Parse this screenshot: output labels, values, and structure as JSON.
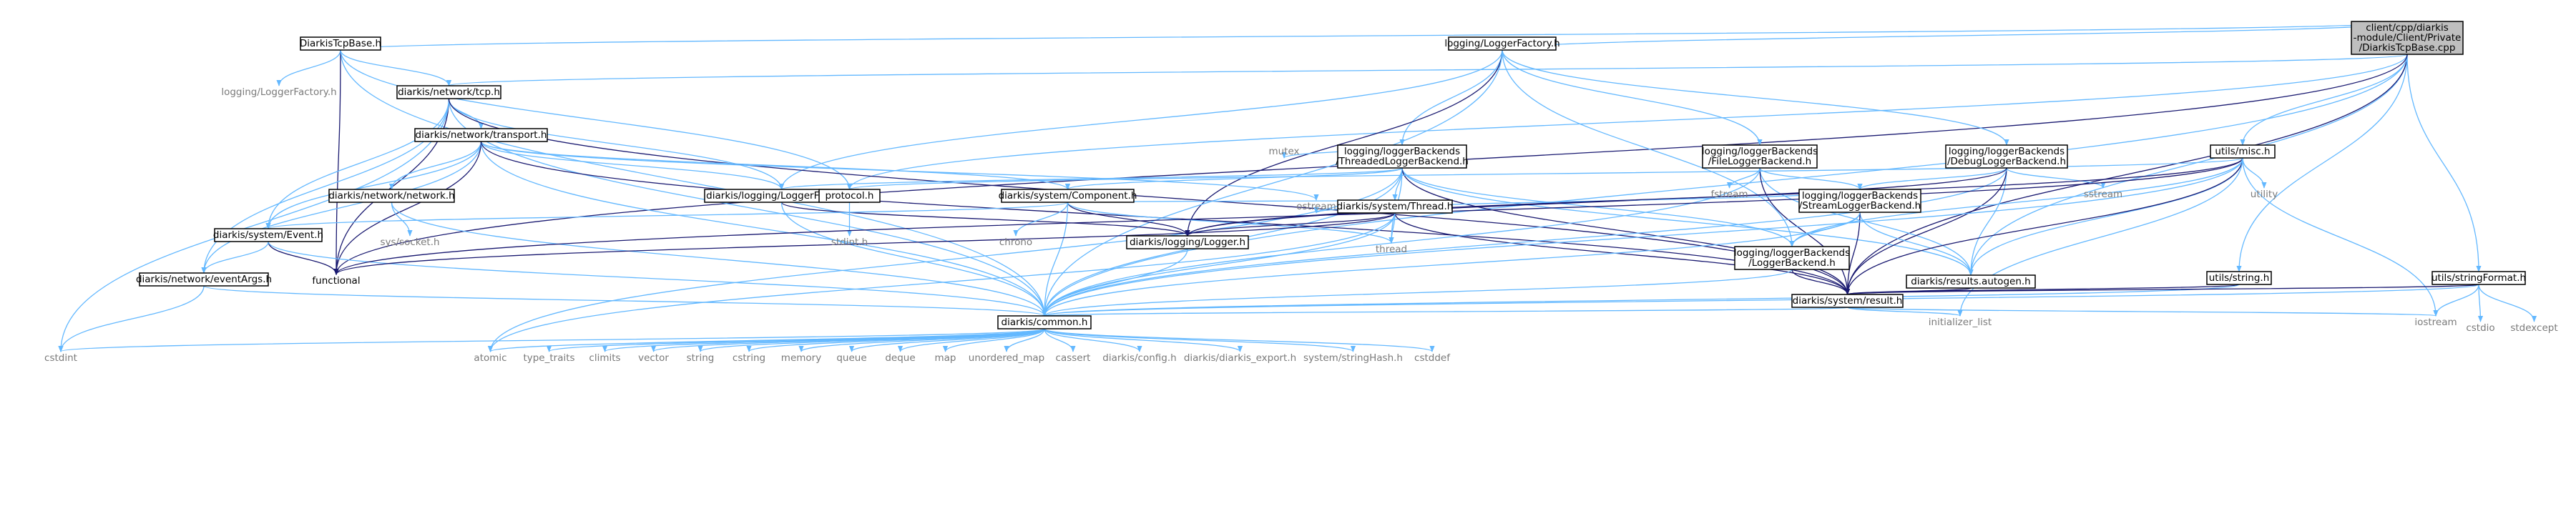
{
  "colors": {
    "edge": "#63b8ff",
    "edge_blue": "#191970",
    "node_border": "#000000",
    "node_fill": "#ffffff",
    "root_fill": "#bfbfbf",
    "text_dark": "#000000",
    "text_grey": "#7a7a7a"
  },
  "nodes": [
    {
      "id": "root",
      "lines": [
        "client/cpp/diarkis",
        "-module/Client/Private",
        "/DiarkisTcpBase.cpp"
      ],
      "style": "root"
    },
    {
      "id": "tcpbase",
      "lines": [
        "DiarkisTcpBase.h"
      ],
      "style": "box"
    },
    {
      "id": "loggerfactory",
      "lines": [
        "logging/LoggerFactory.h"
      ],
      "style": "box"
    },
    {
      "id": "threaded",
      "lines": [
        "logging/loggerBackends",
        "/ThreadedLoggerBackend.h"
      ],
      "style": "box"
    },
    {
      "id": "filelogger",
      "lines": [
        "logging/loggerBackends",
        "/FileLoggerBackend.h"
      ],
      "style": "box"
    },
    {
      "id": "debuglogger",
      "lines": [
        "logging/loggerBackends",
        "/DebugLoggerBackend.h"
      ],
      "style": "box"
    },
    {
      "id": "loggerfactory_grey",
      "lines": [
        "logging/LoggerFactory.h"
      ],
      "style": "grey"
    },
    {
      "id": "tcp",
      "lines": [
        "diarkis/network/tcp.h"
      ],
      "style": "box"
    },
    {
      "id": "transport",
      "lines": [
        "diarkis/network/transport.h"
      ],
      "style": "box"
    },
    {
      "id": "network",
      "lines": [
        "diarkis/network/network.h"
      ],
      "style": "box"
    },
    {
      "id": "sys_socket",
      "lines": [
        "sys/socket.h"
      ],
      "style": "grey"
    },
    {
      "id": "event",
      "lines": [
        "diarkis/system/Event.h"
      ],
      "style": "box"
    },
    {
      "id": "eventargs",
      "lines": [
        "diarkis/network/eventArgs.h"
      ],
      "style": "box"
    },
    {
      "id": "functional",
      "lines": [
        "functional"
      ],
      "style": "plain"
    },
    {
      "id": "logging_factory",
      "lines": [
        "diarkis/logging/LoggerFactory.h"
      ],
      "style": "box"
    },
    {
      "id": "protocol",
      "lines": [
        "protocol.h"
      ],
      "style": "box"
    },
    {
      "id": "stdint",
      "lines": [
        "stdint.h"
      ],
      "style": "grey"
    },
    {
      "id": "component",
      "lines": [
        "diarkis/system/Component.h"
      ],
      "style": "box"
    },
    {
      "id": "chrono",
      "lines": [
        "chrono"
      ],
      "style": "grey"
    },
    {
      "id": "logger",
      "lines": [
        "diarkis/logging/Logger.h"
      ],
      "style": "box"
    },
    {
      "id": "thread_h",
      "lines": [
        "diarkis/system/Thread.h"
      ],
      "style": "box"
    },
    {
      "id": "mutex",
      "lines": [
        "mutex"
      ],
      "style": "grey"
    },
    {
      "id": "ostream",
      "lines": [
        "ostream"
      ],
      "style": "grey"
    },
    {
      "id": "thread",
      "lines": [
        "thread"
      ],
      "style": "grey"
    },
    {
      "id": "fstream",
      "lines": [
        "fstream"
      ],
      "style": "grey"
    },
    {
      "id": "streamlogger",
      "lines": [
        "logging/loggerBackends",
        "/StreamLoggerBackend.h"
      ],
      "style": "box"
    },
    {
      "id": "sstream",
      "lines": [
        "sstream"
      ],
      "style": "grey"
    },
    {
      "id": "loggerbackend",
      "lines": [
        "logging/loggerBackends",
        "/LoggerBackend.h"
      ],
      "style": "box"
    },
    {
      "id": "results_autogen",
      "lines": [
        "diarkis/results.autogen.h"
      ],
      "style": "box"
    },
    {
      "id": "result",
      "lines": [
        "diarkis/system/result.h"
      ],
      "style": "box"
    },
    {
      "id": "misc",
      "lines": [
        "utils/misc.h"
      ],
      "style": "box"
    },
    {
      "id": "utility",
      "lines": [
        "utility"
      ],
      "style": "grey"
    },
    {
      "id": "string_h",
      "lines": [
        "utils/string.h"
      ],
      "style": "box"
    },
    {
      "id": "stringformat",
      "lines": [
        "utils/stringFormat.h"
      ],
      "style": "box"
    },
    {
      "id": "cstdio",
      "lines": [
        "cstdio"
      ],
      "style": "grey"
    },
    {
      "id": "stdexcept",
      "lines": [
        "stdexcept"
      ],
      "style": "grey"
    },
    {
      "id": "iostream",
      "lines": [
        "iostream"
      ],
      "style": "grey"
    },
    {
      "id": "initializer_list",
      "lines": [
        "initializer_list"
      ],
      "style": "grey"
    },
    {
      "id": "common",
      "lines": [
        "diarkis/common.h"
      ],
      "style": "box"
    },
    {
      "id": "cstdint",
      "lines": [
        "cstdint"
      ],
      "style": "grey"
    },
    {
      "id": "atomic",
      "lines": [
        "atomic"
      ],
      "style": "grey"
    },
    {
      "id": "type_traits",
      "lines": [
        "type_traits"
      ],
      "style": "grey"
    },
    {
      "id": "climits",
      "lines": [
        "climits"
      ],
      "style": "grey"
    },
    {
      "id": "vector",
      "lines": [
        "vector"
      ],
      "style": "grey"
    },
    {
      "id": "string",
      "lines": [
        "string"
      ],
      "style": "grey"
    },
    {
      "id": "cstring",
      "lines": [
        "cstring"
      ],
      "style": "grey"
    },
    {
      "id": "memory",
      "lines": [
        "memory"
      ],
      "style": "grey"
    },
    {
      "id": "queue",
      "lines": [
        "queue"
      ],
      "style": "grey"
    },
    {
      "id": "deque",
      "lines": [
        "deque"
      ],
      "style": "grey"
    },
    {
      "id": "map",
      "lines": [
        "map"
      ],
      "style": "grey"
    },
    {
      "id": "unordered_map",
      "lines": [
        "unordered_map"
      ],
      "style": "grey"
    },
    {
      "id": "cassert",
      "lines": [
        "cassert"
      ],
      "style": "grey"
    },
    {
      "id": "config",
      "lines": [
        "diarkis/config.h"
      ],
      "style": "grey"
    },
    {
      "id": "export",
      "lines": [
        "diarkis/diarkis_export.h"
      ],
      "style": "grey"
    },
    {
      "id": "stringhash",
      "lines": [
        "system/stringHash.h"
      ],
      "style": "grey"
    },
    {
      "id": "cstddef",
      "lines": [
        "cstddef"
      ],
      "style": "grey"
    }
  ],
  "edges": [
    [
      "root",
      "tcpbase"
    ],
    [
      "root",
      "loggerfactory"
    ],
    [
      "root",
      "tcp"
    ],
    [
      "root",
      "protocol"
    ],
    [
      "root",
      "misc"
    ],
    [
      "root",
      "results_autogen"
    ],
    [
      "root",
      "result"
    ],
    [
      "root",
      "string_h"
    ],
    [
      "root",
      "stringformat"
    ],
    [
      "root",
      "common"
    ],
    [
      "root",
      "functional"
    ],
    [
      "tcpbase",
      "loggerfactory_grey"
    ],
    [
      "tcpbase",
      "tcp"
    ],
    [
      "tcpbase",
      "common"
    ],
    [
      "tcpbase",
      "functional"
    ],
    [
      "tcpbase",
      "protocol"
    ],
    [
      "loggerfactory",
      "threaded"
    ],
    [
      "loggerfactory",
      "filelogger"
    ],
    [
      "loggerfactory",
      "debuglogger"
    ],
    [
      "loggerfactory",
      "logging_factory"
    ],
    [
      "loggerfactory",
      "logger"
    ],
    [
      "loggerfactory",
      "loggerbackend"
    ],
    [
      "loggerfactory",
      "common"
    ],
    [
      "tcp",
      "transport"
    ],
    [
      "tcp",
      "event"
    ],
    [
      "tcp",
      "eventargs"
    ],
    [
      "tcp",
      "logging_factory"
    ],
    [
      "tcp",
      "functional"
    ],
    [
      "tcp",
      "cstdint"
    ],
    [
      "tcp",
      "common"
    ],
    [
      "tcp",
      "result"
    ],
    [
      "transport",
      "network"
    ],
    [
      "transport",
      "event"
    ],
    [
      "transport",
      "eventargs"
    ],
    [
      "transport",
      "logging_factory"
    ],
    [
      "transport",
      "component"
    ],
    [
      "transport",
      "ostream"
    ],
    [
      "transport",
      "functional"
    ],
    [
      "transport",
      "common"
    ],
    [
      "transport",
      "result"
    ],
    [
      "network",
      "sys_socket"
    ],
    [
      "network",
      "common"
    ],
    [
      "event",
      "functional"
    ],
    [
      "event",
      "eventargs"
    ],
    [
      "event",
      "common"
    ],
    [
      "eventargs",
      "cstdint"
    ],
    [
      "eventargs",
      "common"
    ],
    [
      "logging_factory",
      "logger"
    ],
    [
      "logging_factory",
      "common"
    ],
    [
      "protocol",
      "stdint"
    ],
    [
      "component",
      "chrono"
    ],
    [
      "component",
      "logger"
    ],
    [
      "component",
      "thread"
    ],
    [
      "component",
      "event"
    ],
    [
      "component",
      "common"
    ],
    [
      "logger",
      "common"
    ],
    [
      "threaded",
      "thread_h"
    ],
    [
      "threaded",
      "mutex"
    ],
    [
      "threaded",
      "thread"
    ],
    [
      "threaded",
      "logging_factory"
    ],
    [
      "threaded",
      "loggerbackend"
    ],
    [
      "threaded",
      "results_autogen"
    ],
    [
      "threaded",
      "result"
    ],
    [
      "threaded",
      "atomic"
    ],
    [
      "threaded",
      "common"
    ],
    [
      "threaded",
      "component"
    ],
    [
      "thread_h",
      "component"
    ],
    [
      "thread_h",
      "logger"
    ],
    [
      "thread_h",
      "thread"
    ],
    [
      "thread_h",
      "functional"
    ],
    [
      "thread_h",
      "result"
    ],
    [
      "thread_h",
      "common"
    ],
    [
      "thread_h",
      "atomic"
    ],
    [
      "filelogger",
      "fstream"
    ],
    [
      "filelogger",
      "streamlogger"
    ],
    [
      "filelogger",
      "results_autogen"
    ],
    [
      "filelogger",
      "result"
    ],
    [
      "filelogger",
      "common"
    ],
    [
      "debuglogger",
      "sstream"
    ],
    [
      "debuglogger",
      "streamlogger"
    ],
    [
      "debuglogger",
      "results_autogen"
    ],
    [
      "debuglogger",
      "result"
    ],
    [
      "debuglogger",
      "common"
    ],
    [
      "debuglogger",
      "logger"
    ],
    [
      "streamlogger",
      "ostream"
    ],
    [
      "streamlogger",
      "loggerbackend"
    ],
    [
      "streamlogger",
      "results_autogen"
    ],
    [
      "streamlogger",
      "result"
    ],
    [
      "streamlogger",
      "common"
    ],
    [
      "loggerbackend",
      "result"
    ],
    [
      "loggerbackend",
      "common"
    ],
    [
      "results_autogen",
      "result"
    ],
    [
      "result",
      "initializer_list"
    ],
    [
      "result",
      "iostream"
    ],
    [
      "result",
      "common"
    ],
    [
      "misc",
      "utility"
    ],
    [
      "misc",
      "functional"
    ],
    [
      "misc",
      "results_autogen"
    ],
    [
      "misc",
      "result"
    ],
    [
      "misc",
      "logger"
    ],
    [
      "misc",
      "protocol"
    ],
    [
      "misc",
      "loggerbackend"
    ],
    [
      "misc",
      "iostream"
    ],
    [
      "misc",
      "initializer_list"
    ],
    [
      "misc",
      "common"
    ],
    [
      "string_h",
      "result"
    ],
    [
      "string_h",
      "common"
    ],
    [
      "stringformat",
      "cstdio"
    ],
    [
      "stringformat",
      "stdexcept"
    ],
    [
      "stringformat",
      "iostream"
    ],
    [
      "stringformat",
      "result"
    ],
    [
      "stringformat",
      "common"
    ],
    [
      "common",
      "cstdint"
    ],
    [
      "common",
      "atomic"
    ],
    [
      "common",
      "type_traits"
    ],
    [
      "common",
      "climits"
    ],
    [
      "common",
      "vector"
    ],
    [
      "common",
      "string"
    ],
    [
      "common",
      "cstring"
    ],
    [
      "common",
      "memory"
    ],
    [
      "common",
      "queue"
    ],
    [
      "common",
      "deque"
    ],
    [
      "common",
      "map"
    ],
    [
      "common",
      "unordered_map"
    ],
    [
      "common",
      "cassert"
    ],
    [
      "common",
      "config"
    ],
    [
      "common",
      "export"
    ],
    [
      "common",
      "stringhash"
    ],
    [
      "common",
      "cstddef"
    ]
  ]
}
